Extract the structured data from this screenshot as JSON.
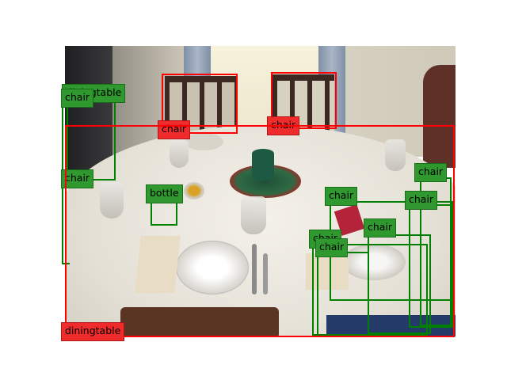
{
  "colors": {
    "red": "#ff0000",
    "green": "#008000",
    "red_label": "#ef2b2b",
    "green_label": "#2f982f"
  },
  "labels": {
    "chair": "chair",
    "diningtable": "diningtable",
    "bottle": "bottle"
  }
}
